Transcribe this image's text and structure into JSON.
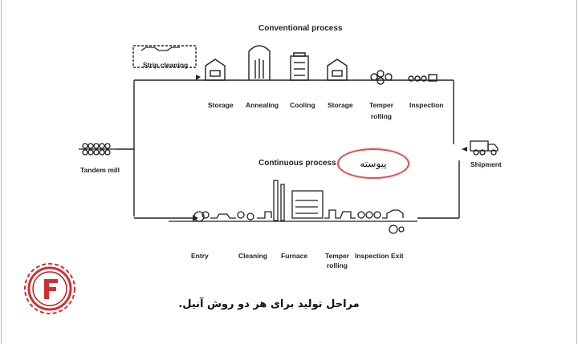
{
  "diagram": {
    "conventional_title": "Conventional process",
    "continuous_title": "Continuous process",
    "strip_cleaning": "Strip cleaning",
    "tandem_mill": "Tandem mill",
    "shipment": "Shipment",
    "conventional_steps": [
      "Storage",
      "Annealing",
      "Cooling",
      "Storage",
      "Temper",
      "rolling",
      "Inspection"
    ],
    "continuous_steps": [
      "Entry",
      "Cleaning",
      "Furnace",
      "Temper",
      "rolling",
      "Inspection",
      "Exit"
    ]
  },
  "callout": {
    "text": "پیوسته",
    "color": "#d9534f"
  },
  "caption": "مراحل تولید برای هر دو روش آنیل.",
  "logo": {
    "letter": "F",
    "color": "#d32f2f"
  }
}
